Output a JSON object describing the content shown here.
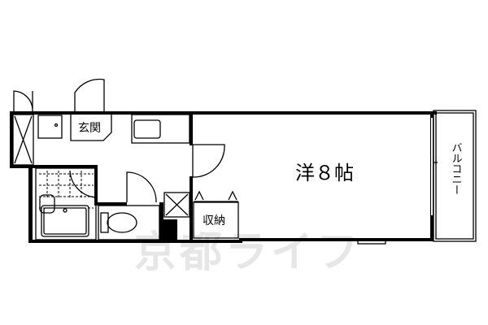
{
  "rooms": {
    "entrance": "玄関",
    "western_room": "洋８帖",
    "storage": "収納",
    "balcony": "バルコニー"
  },
  "watermark": "京都ライフ",
  "colors": {
    "wall": "#000000",
    "watermark": "#e6e6e6"
  }
}
